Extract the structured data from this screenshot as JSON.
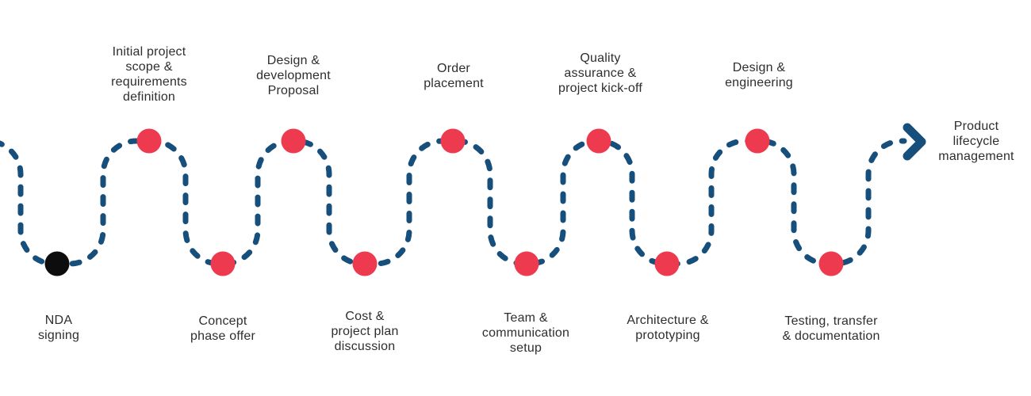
{
  "colors": {
    "path": "#174f7c",
    "dot_red": "#ee3a4f",
    "dot_black": "#0d0d0d",
    "text": "#2e2e2e"
  },
  "process": {
    "type": "serpentine-timeline",
    "steps": [
      {
        "label": "NDA\nsigning",
        "row": "bottom",
        "dot": "#0d0d0d"
      },
      {
        "label": "Initial project\nscope &\nrequirements\ndefinition",
        "row": "top",
        "dot": "#ee3a4f"
      },
      {
        "label": "Concept\nphase offer",
        "row": "bottom",
        "dot": "#ee3a4f"
      },
      {
        "label": "Design &\ndevelopment\nProposal",
        "row": "top",
        "dot": "#ee3a4f"
      },
      {
        "label": "Cost &\nproject plan\ndiscussion",
        "row": "bottom",
        "dot": "#ee3a4f"
      },
      {
        "label": "Order\nplacement",
        "row": "top",
        "dot": "#ee3a4f"
      },
      {
        "label": "Team &\ncommunication\nsetup",
        "row": "bottom",
        "dot": "#ee3a4f"
      },
      {
        "label": "Quality\nassurance &\nproject kick-off",
        "row": "top",
        "dot": "#ee3a4f"
      },
      {
        "label": "Architecture &\nprototyping",
        "row": "bottom",
        "dot": "#ee3a4f"
      },
      {
        "label": "Design &\nengineering",
        "row": "top",
        "dot": "#ee3a4f"
      },
      {
        "label": "Testing, transfer\n& documentation",
        "row": "bottom",
        "dot": "#ee3a4f"
      }
    ],
    "end": {
      "label": "Product\nlifecycle\nmanagement"
    }
  }
}
